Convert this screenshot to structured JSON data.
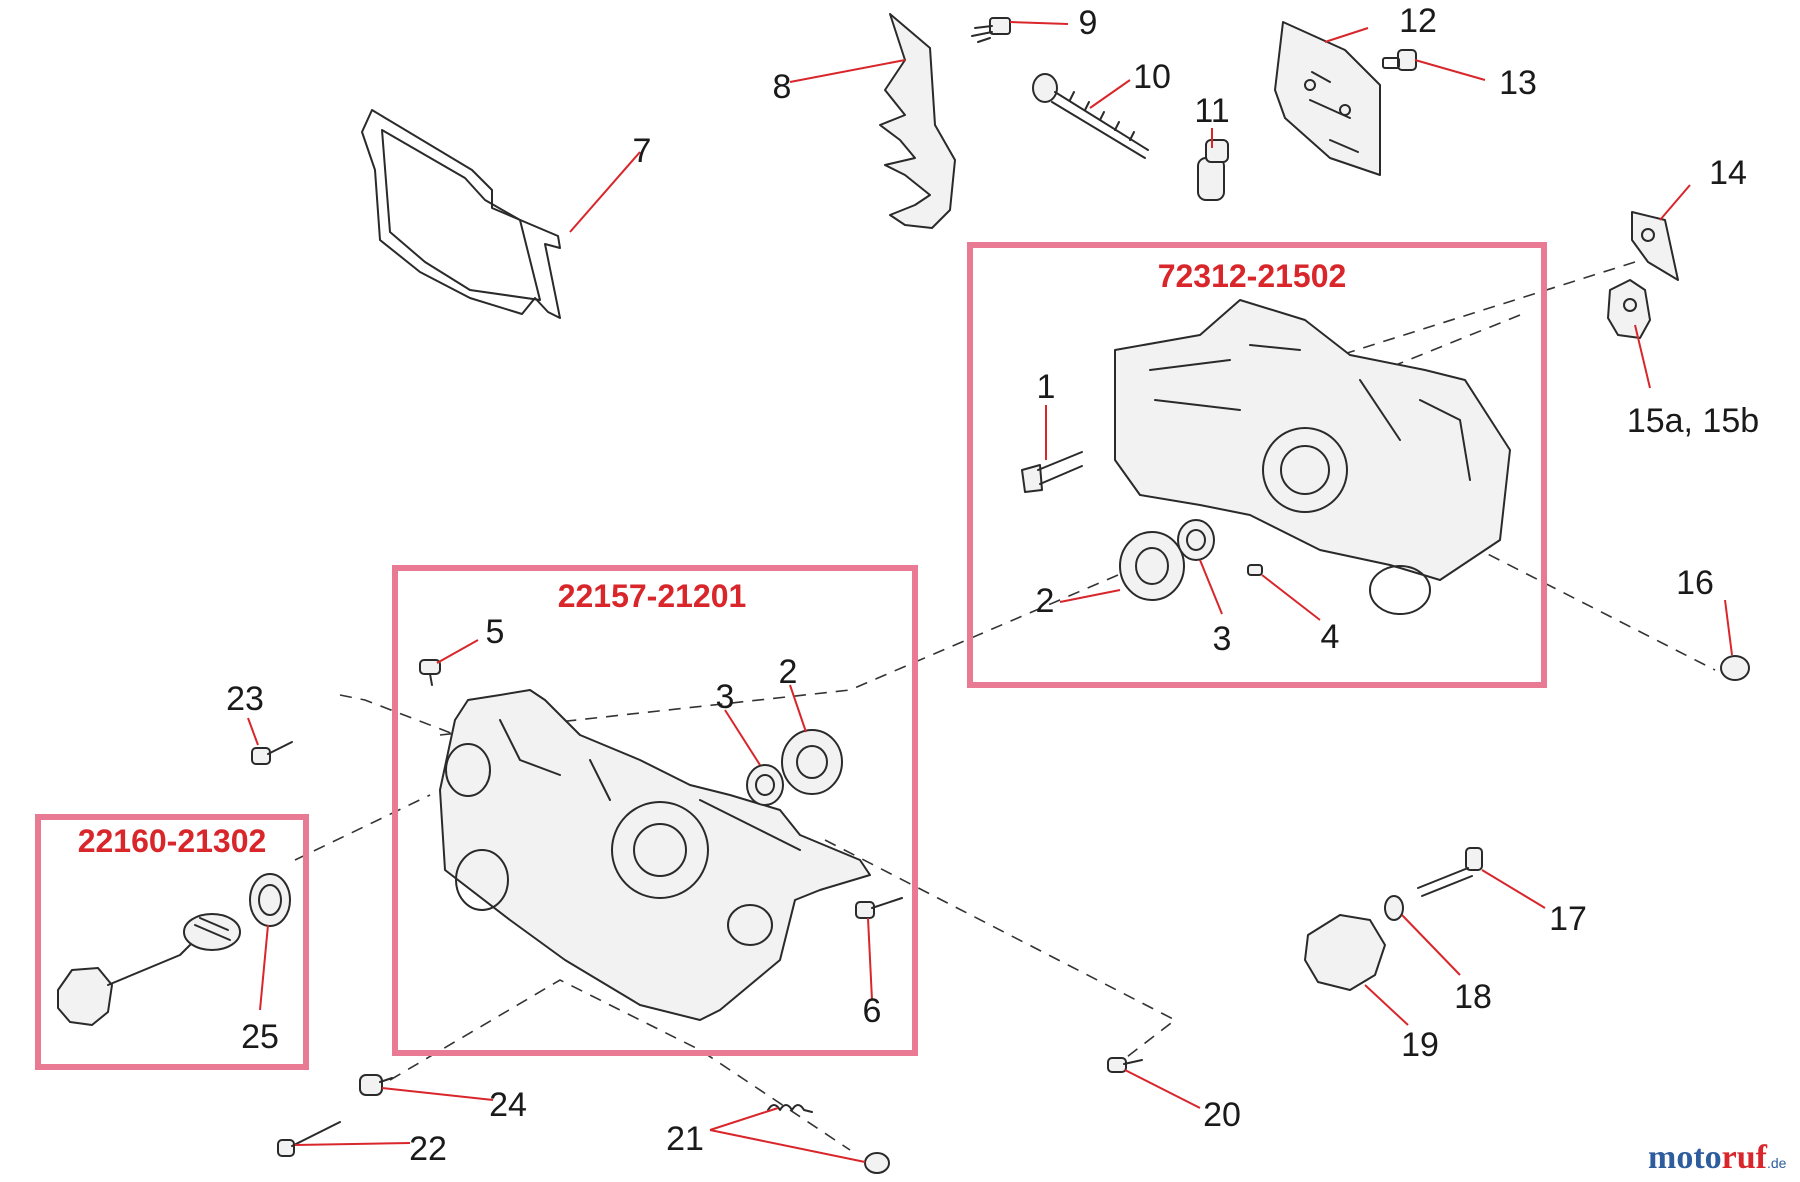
{
  "kits": [
    {
      "id": "kit-a",
      "label": "72312-21502"
    },
    {
      "id": "kit-b",
      "label": "22157-21201"
    },
    {
      "id": "kit-c",
      "label": "22160-21302"
    }
  ],
  "callouts": {
    "c1": "1",
    "c2a": "2",
    "c2b": "2",
    "c3a": "3",
    "c3b": "3",
    "c4": "4",
    "c5": "5",
    "c6": "6",
    "c7": "7",
    "c8": "8",
    "c9": "9",
    "c10": "10",
    "c11": "11",
    "c12": "12",
    "c13": "13",
    "c14": "14",
    "c15": "15a, 15b",
    "c16": "16",
    "c17": "17",
    "c18": "18",
    "c19": "19",
    "c20": "20",
    "c21": "21",
    "c22": "22",
    "c23": "23",
    "c24": "24",
    "c25": "25"
  },
  "watermark": {
    "part1": "moto",
    "part2": "ruf",
    "part3": ".de"
  },
  "colors": {
    "accent": "#d8262b",
    "kit_box": "#e87a93",
    "watermark_blue": "#2e5d9e"
  }
}
